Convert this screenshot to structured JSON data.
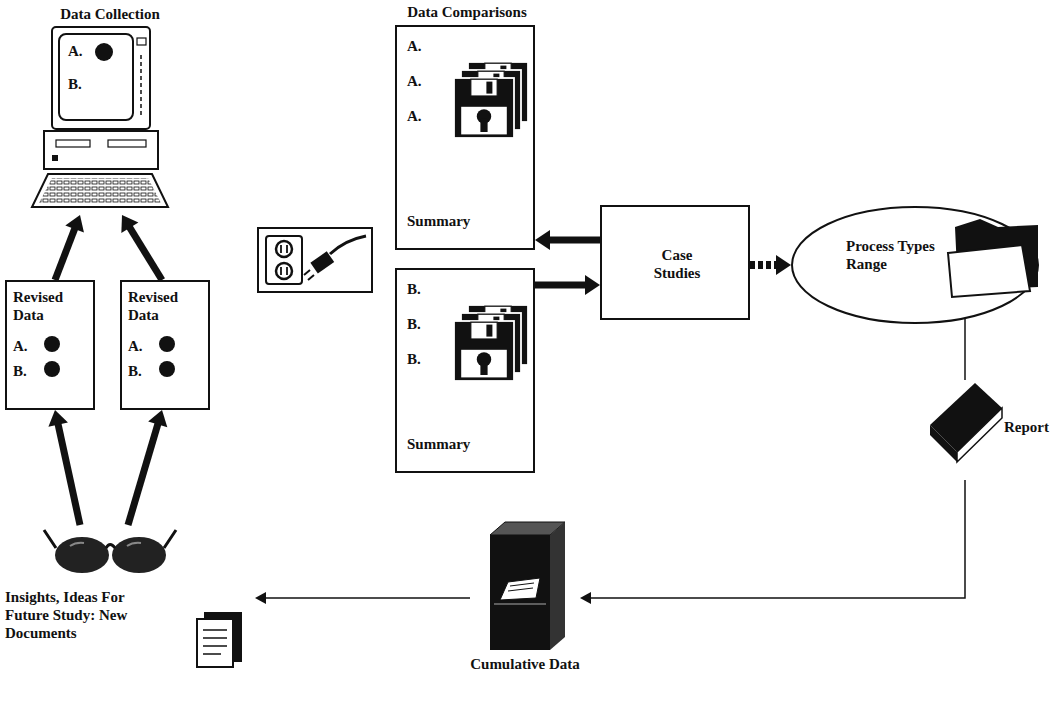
{
  "diagram": {
    "nodes": [
      {
        "text": [
          "Data Collection",
          "A.",
          "B."
        ]
      },
      {
        "text": [
          "Revised Data",
          "A.",
          "B."
        ]
      },
      {
        "text": [
          "Revised Data",
          "A.",
          "B."
        ]
      },
      {
        "text": [
          "Data Comparisons",
          "A.",
          "A.",
          "A.",
          "Summary"
        ]
      },
      {
        "text": [
          "B.",
          "B.",
          "B.",
          "Summary"
        ]
      },
      {
        "text": [
          "Case Studies"
        ]
      },
      {
        "text": [
          "Process Types Range"
        ]
      },
      {
        "text": [
          "Report"
        ]
      },
      {
        "text": [
          "Cumulative Data"
        ]
      },
      {
        "text": [
          "Insights, Ideas For Future Study: New Documents"
        ]
      }
    ],
    "edges": [
      {
        "from": 1,
        "to": 0,
        "arrow": "to"
      },
      {
        "from": 2,
        "to": 0,
        "arrow": "to"
      },
      {
        "from": 9,
        "to": 1,
        "arrow": "to"
      },
      {
        "from": 9,
        "to": 2,
        "arrow": "to"
      },
      {
        "from": 5,
        "to": 3,
        "arrow": "to"
      },
      {
        "from": 4,
        "to": 5,
        "arrow": "to"
      },
      {
        "from": 5,
        "to": 6,
        "arrow": "to"
      },
      {
        "from": 6,
        "to": 7,
        "arrow": "none"
      },
      {
        "from": 7,
        "to": 8,
        "arrow": "to"
      },
      {
        "from": 8,
        "to": 9,
        "arrow": "to"
      }
    ]
  }
}
